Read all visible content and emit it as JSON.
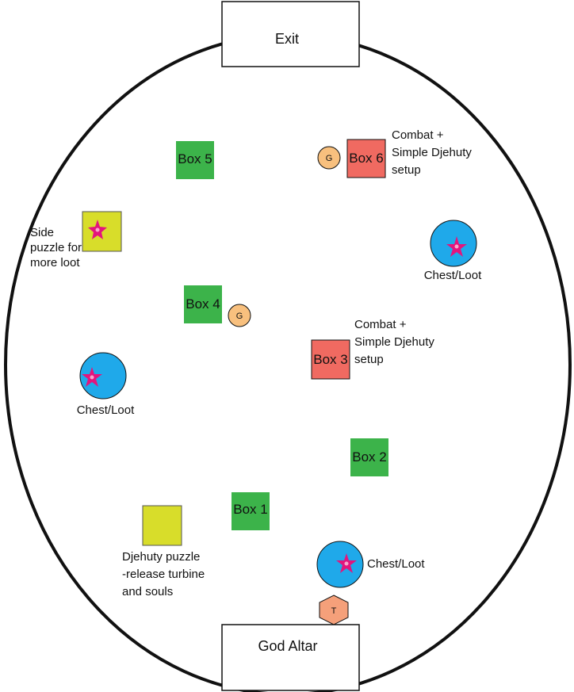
{
  "colors": {
    "green": "#3cb34a",
    "red": "#f06a61",
    "yellow": "#d8dd2a",
    "blue": "#1fa9ea",
    "star": "#e3157d",
    "orange": "#f8c07e",
    "hexagon": "#f5a07a",
    "outline": "#111111"
  },
  "icons": {
    "loot": "star-icon",
    "guard": "g-token",
    "turbine": "hexagon-t-token"
  },
  "exit": {
    "label": "Exit"
  },
  "altar": {
    "label": "God Altar"
  },
  "boxes": {
    "box1": "Box 1",
    "box2": "Box 2",
    "box3": "Box 3",
    "box4": "Box 4",
    "box5": "Box 5",
    "box6": "Box 6"
  },
  "tokens": {
    "g1": "G",
    "g2": "G",
    "t": "T"
  },
  "notes": {
    "combat6": [
      "Combat +",
      "Simple Djehuty",
      " setup"
    ],
    "combat3": [
      "Combat +",
      "Simple Djehuty",
      " setup"
    ],
    "side_puzzle": [
      "Side",
      "puzzle for",
      "more loot"
    ],
    "djehuty_puzzle": [
      "Djehuty puzzle",
      "-release turbine",
      "and souls"
    ],
    "chest_right": "Chest/Loot",
    "chest_left": "Chest/Loot",
    "chest_bottom": "Chest/Loot"
  }
}
